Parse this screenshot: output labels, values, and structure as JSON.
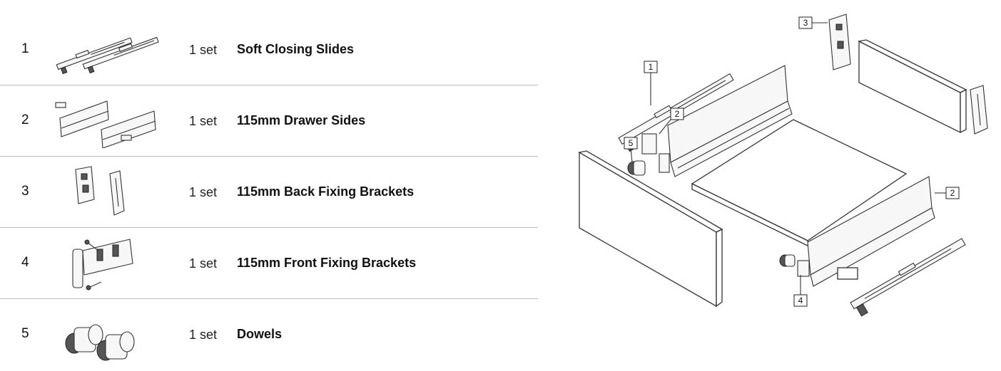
{
  "parts": [
    {
      "number": "1",
      "quantity": "1 set",
      "name": "Soft Closing Slides",
      "icon": "soft-closing-slides-icon"
    },
    {
      "number": "2",
      "quantity": "1 set",
      "name": "115mm Drawer Sides",
      "icon": "drawer-sides-icon"
    },
    {
      "number": "3",
      "quantity": "1 set",
      "name": "115mm Back Fixing Brackets",
      "icon": "back-fixing-brackets-icon"
    },
    {
      "number": "4",
      "quantity": "1 set",
      "name": "115mm Front Fixing Brackets",
      "icon": "front-fixing-brackets-icon"
    },
    {
      "number": "5",
      "quantity": "1 set",
      "name": "Dowels",
      "icon": "dowels-icon"
    }
  ],
  "diagram": {
    "callouts": [
      "3",
      "1",
      "2",
      "5",
      "2",
      "4"
    ]
  }
}
